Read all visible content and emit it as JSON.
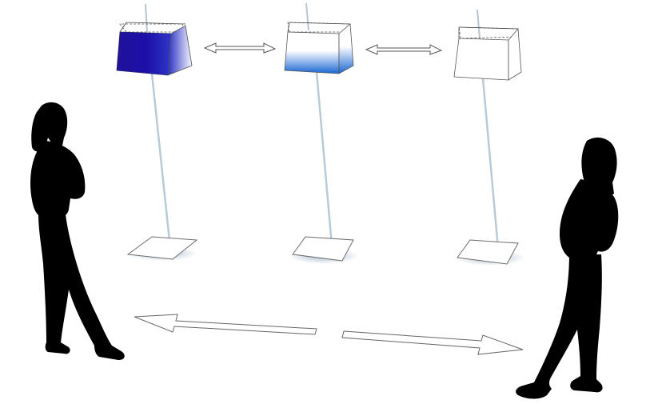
{
  "scene": {
    "lamps": [
      {
        "id": "lamp-1",
        "shade_style": "solid-dark-blue"
      },
      {
        "id": "lamp-2",
        "shade_style": "blue-gradient-bottom"
      },
      {
        "id": "lamp-3",
        "shade_style": "white"
      }
    ],
    "figures": [
      {
        "id": "woman-left",
        "facing": "right"
      },
      {
        "id": "woman-right",
        "facing": "left"
      }
    ],
    "colors": {
      "shade_dark_blue": "#1a0aa0",
      "shade_mid_blue": "#1f6fd6",
      "pole": "#b7cbd9",
      "outline": "#555555",
      "silhouette": "#000000"
    },
    "icons": [
      "double-arrow-icon",
      "left-arrow-icon",
      "right-arrow-icon"
    ]
  }
}
